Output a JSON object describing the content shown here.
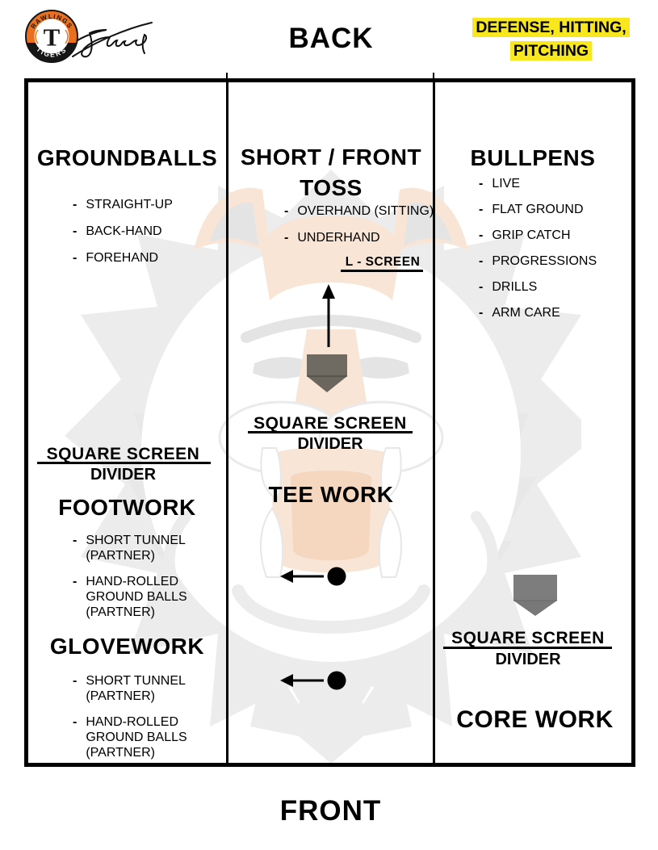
{
  "page": {
    "back_label": "BACK",
    "front_label": "FRONT"
  },
  "logo": {
    "arc_top": "RAWLINGS",
    "arc_bottom": "TIGERS",
    "monogram": "T",
    "signature": "Tigers"
  },
  "badge": {
    "line1": "DEFENSE, HITTING,",
    "line2": "PITCHING"
  },
  "left": {
    "groundballs": {
      "heading": "GROUNDBALLS",
      "items": [
        "STRAIGHT-UP",
        "BACK-HAND",
        "FOREHAND"
      ]
    },
    "divider": {
      "line1": "SQUARE SCREEN",
      "line2": "DIVIDER"
    },
    "footwork": {
      "heading": "FOOTWORK",
      "items": [
        "SHORT TUNNEL\n(PARTNER)",
        "HAND-ROLLED\nGROUND BALLS\n(PARTNER)"
      ]
    },
    "glovework": {
      "heading": "GLOVEWORK",
      "items": [
        "SHORT TUNNEL\n(PARTNER)",
        "HAND-ROLLED\nGROUND BALLS\n(PARTNER)"
      ]
    }
  },
  "middle": {
    "toss": {
      "heading": "SHORT / FRONT\nTOSS",
      "items": [
        "OVERHAND (SITTING)",
        "UNDERHAND"
      ]
    },
    "l_screen_label": "L - SCREEN",
    "divider": {
      "line1": "SQUARE SCREEN",
      "line2": "DIVIDER"
    },
    "tee_work_heading": "TEE WORK"
  },
  "right": {
    "bullpens": {
      "heading": "BULLPENS",
      "items": [
        "LIVE",
        "FLAT GROUND",
        "GRIP CATCH",
        "PROGRESSIONS",
        "DRILLS",
        "ARM CARE"
      ]
    },
    "divider": {
      "line1": "SQUARE SCREEN",
      "line2": "DIVIDER"
    },
    "core_work_heading": "CORE WORK"
  },
  "colors": {
    "badge_bg": "#f7e71c",
    "logo_orange": "#e8701f",
    "plate_dark": "#6e6a62",
    "plate_gray": "#7d7d7d",
    "watermark_gray": "#ebebeb",
    "watermark_peach": "#f9e3d2",
    "ink": "#000000"
  }
}
